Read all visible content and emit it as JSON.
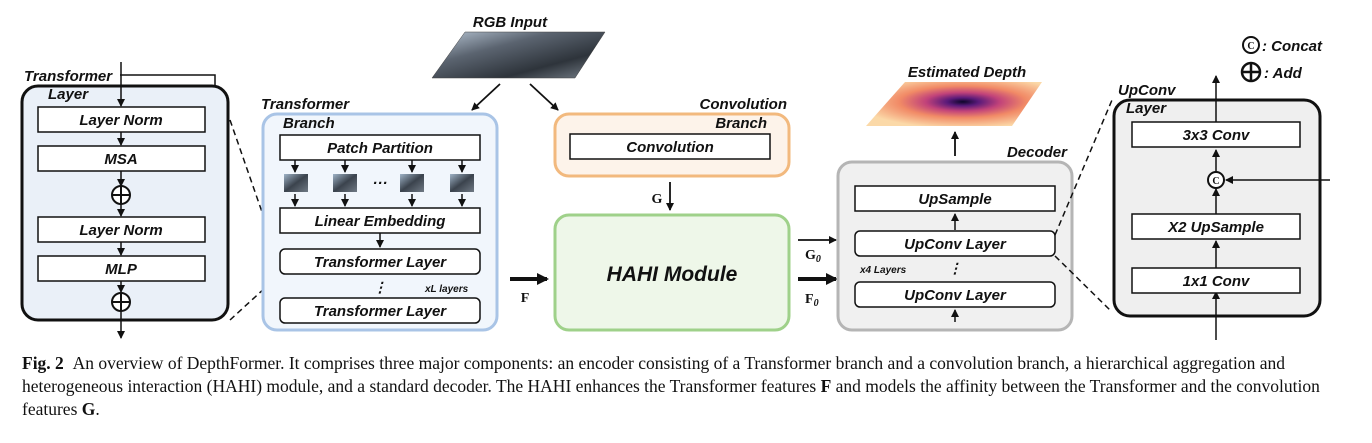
{
  "labels": {
    "rgb_input": "RGB Input",
    "estimated_depth": "Estimated Depth",
    "transformer_layer_title_1": "Transformer",
    "transformer_layer_title_2": "Layer",
    "layer_norm_1": "Layer Norm",
    "msa": "MSA",
    "layer_norm_2": "Layer Norm",
    "mlp": "MLP",
    "transformer_branch_title_1": "Transformer",
    "transformer_branch_title_2": "Branch",
    "patch_partition": "Patch Partition",
    "ellipsis": "···",
    "linear_embedding": "Linear Embedding",
    "tb_layer_1": "Transformer Layer",
    "tb_vdots": "⋮",
    "xl_layers": "xL layers",
    "tb_layer_2": "Transformer Layer",
    "conv_branch_title_1": "Convolution",
    "conv_branch_title_2": "Branch",
    "convolution": "Convolution",
    "g_label": "G",
    "f_label": "F",
    "hahi": "HAHI Module",
    "g0_main": "G",
    "g0_sub": "0",
    "f0_main": "F",
    "f0_sub": "0",
    "decoder_title": "Decoder",
    "upsample": "UpSample",
    "upconv_1": "UpConv Layer",
    "x4_layers": "x4 Layers",
    "dec_vdots": "⋮",
    "upconv_2": "UpConv Layer",
    "upconv_title_1": "UpConv",
    "upconv_title_2": "Layer",
    "conv3x3": "3x3 Conv",
    "concat_symbol": "C",
    "x2_upsample": "X2 UpSample",
    "conv1x1": "1x1 Conv",
    "legend_concat": ": Concat",
    "legend_add": ": Add"
  },
  "caption": {
    "prefix": "Fig. 2",
    "text_1": "An overview of DepthFormer. It comprises three major components: an encoder consisting of a Transformer branch and a convolution branch,",
    "text_2": "a hierarchical aggregation and heterogeneous interaction (HAHI) module, and a standard decoder. The HAHI enhances the Transformer features",
    "f_symbol": "F",
    "text_3": "and models the affinity between the Transformer and the convolution features",
    "g_symbol": "G",
    "end": "."
  },
  "colors": {
    "transformer_layer_bg": "#eaf0f8",
    "transformer_branch_border": "#a9c4e6",
    "transformer_branch_bg": "#f1f6fc",
    "conv_branch_border": "#f2b97e",
    "conv_branch_bg": "#fdf3ea",
    "hahi_border": "#9fd18a",
    "hahi_bg": "#eef7e9",
    "decoder_border": "#b5b5b5",
    "decoder_bg": "#f0f0f0",
    "upconv_bg": "#efefef"
  }
}
